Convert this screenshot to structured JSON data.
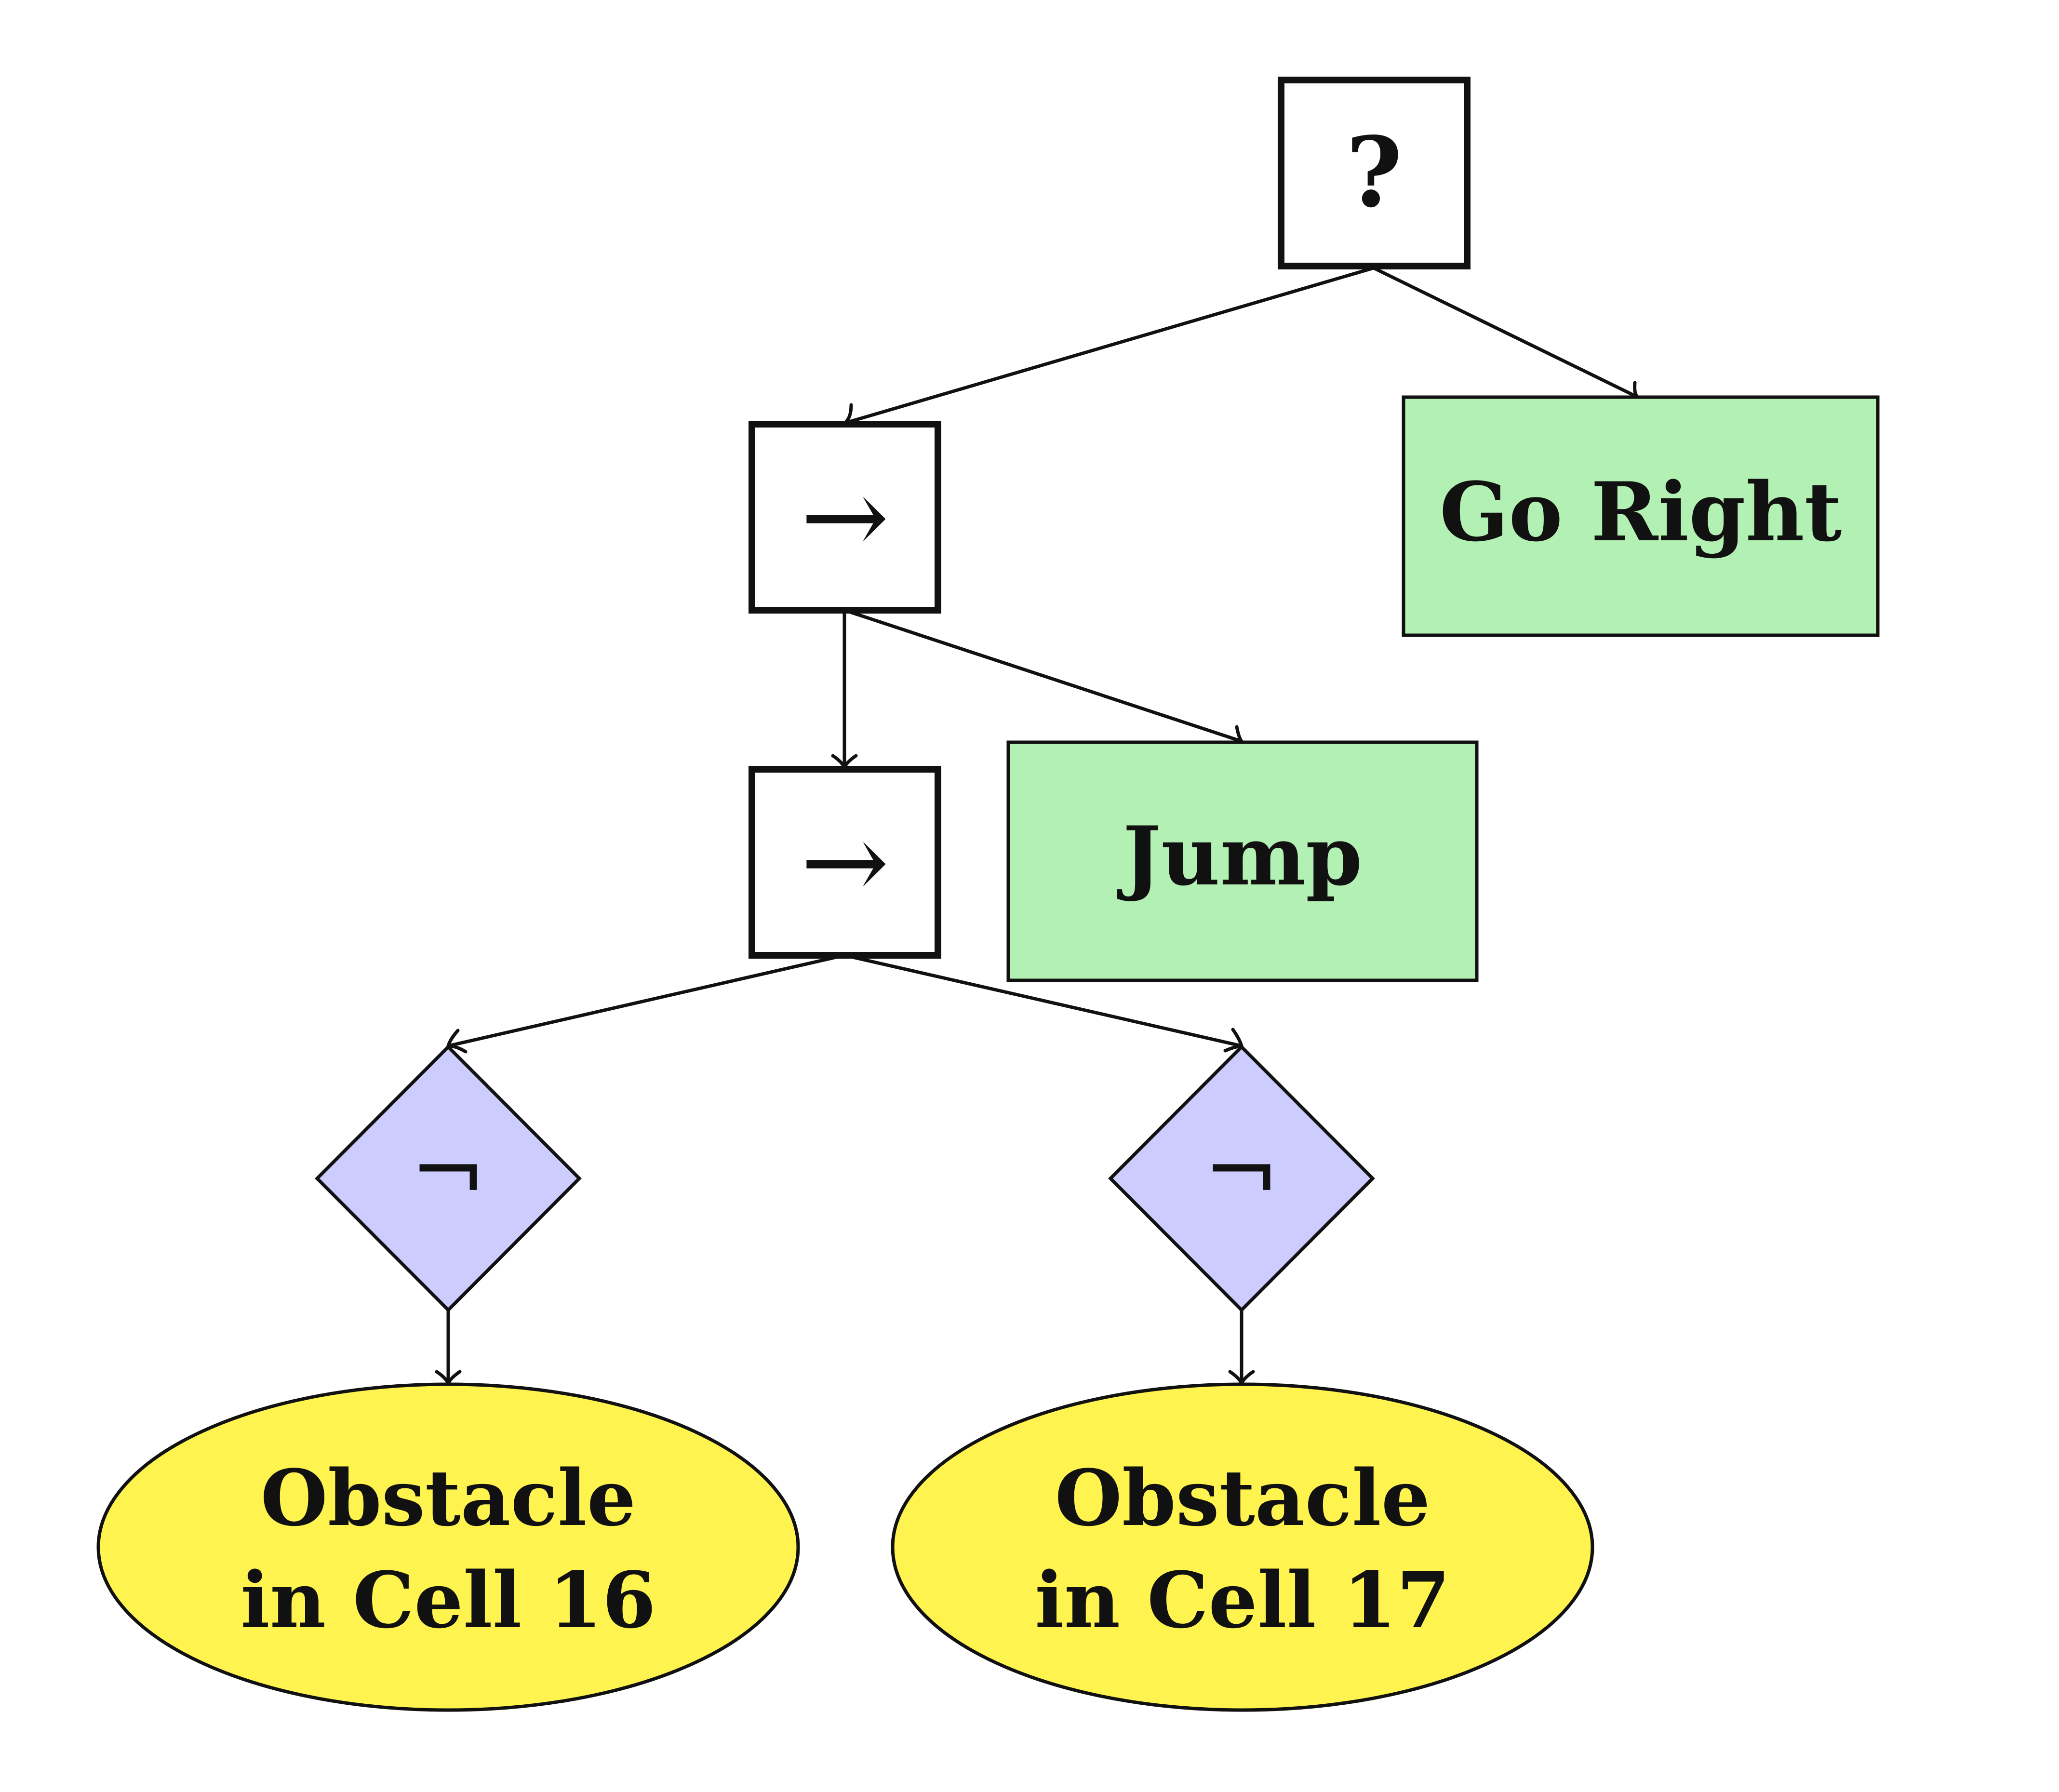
{
  "colors": {
    "action_fill": "#b3f0b3",
    "decorator_fill": "#ccccff",
    "condition_fill": "#fff44f",
    "control_fill": "#ffffff",
    "stroke": "#111111"
  },
  "nodes": {
    "fallback": {
      "symbol": "?",
      "kind": "control"
    },
    "sequence_top": {
      "symbol": "→",
      "kind": "control"
    },
    "sequence_bottom": {
      "symbol": "→",
      "kind": "control"
    },
    "go_right": {
      "label": "Go Right",
      "kind": "action"
    },
    "jump": {
      "label": "Jump",
      "kind": "action"
    },
    "inverter_left": {
      "symbol": "¬",
      "kind": "decorator"
    },
    "inverter_right": {
      "symbol": "¬",
      "kind": "decorator"
    },
    "obstacle_16": {
      "line1": "Obstacle",
      "line2": "in Cell 16",
      "kind": "condition"
    },
    "obstacle_17": {
      "line1": "Obstacle",
      "line2": "in Cell 17",
      "kind": "condition"
    }
  },
  "edges": [
    {
      "from": "fallback",
      "to": "sequence_top"
    },
    {
      "from": "fallback",
      "to": "go_right"
    },
    {
      "from": "sequence_top",
      "to": "sequence_bottom"
    },
    {
      "from": "sequence_top",
      "to": "jump"
    },
    {
      "from": "sequence_bottom",
      "to": "inverter_left"
    },
    {
      "from": "sequence_bottom",
      "to": "inverter_right"
    },
    {
      "from": "inverter_left",
      "to": "obstacle_16"
    },
    {
      "from": "inverter_right",
      "to": "obstacle_17"
    }
  ]
}
